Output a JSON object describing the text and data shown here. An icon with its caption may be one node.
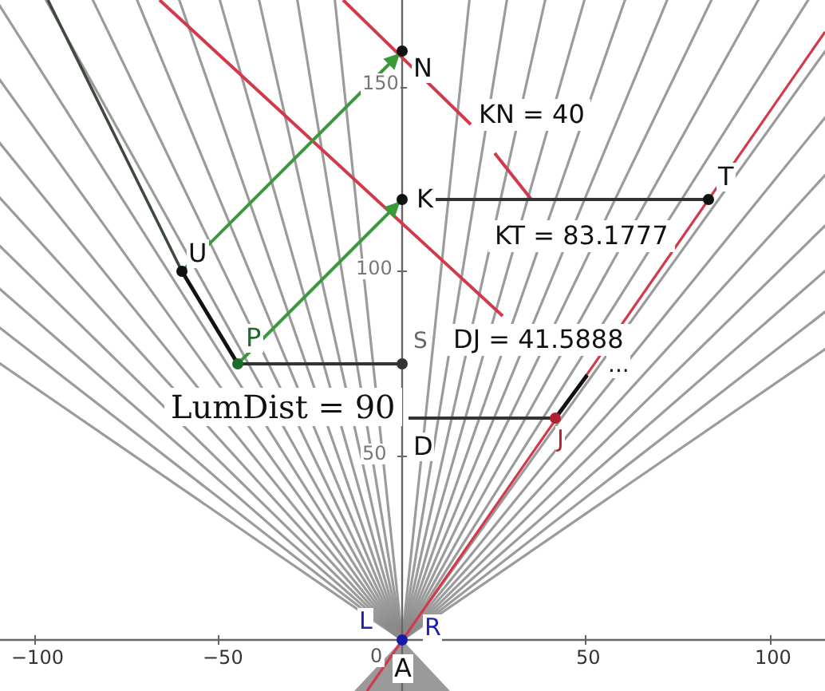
{
  "diagram": {
    "labels": [
      "N",
      "150",
      "KN = 40",
      "T",
      "K",
      "KT = 83.1777",
      "U",
      "100",
      "P",
      "S",
      "DJ = 41.5888",
      "...",
      "LumDist = 90",
      "J",
      "50",
      "D",
      "L",
      "R",
      "−100",
      "−50",
      "0",
      "50",
      "100",
      "A"
    ]
  }
}
